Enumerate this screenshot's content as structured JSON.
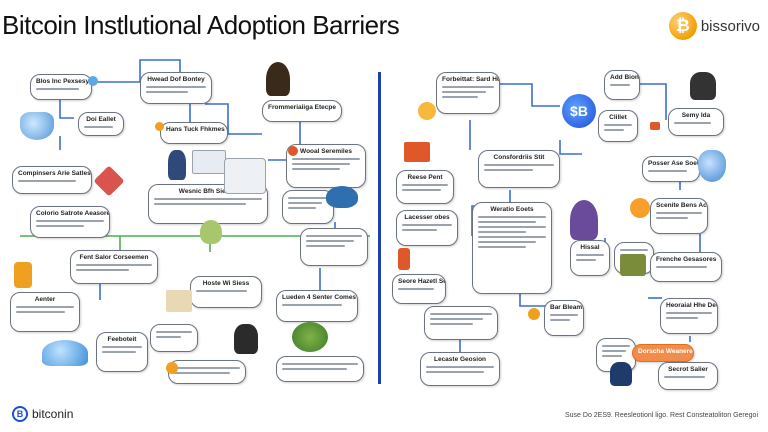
{
  "header": {
    "title": "Bitcoin Instlutional Adoption Barriers",
    "brand_glyph": "₿",
    "brand_name": "bissorivo"
  },
  "nodes": {
    "n1": "Blos Inc Pexsesy",
    "n2": "Hwead Dof Bontey",
    "n3": "Doi Eallet",
    "n4": "Hans Tuck Fhkmes",
    "n5": "Frommeriaiiga Etecpe",
    "n6": "Compinsers Arie Satles",
    "n7": "Colorio Satrote Aeasore",
    "n8": "Wooal Seremiles",
    "n9": "Wesnic Bfh Sienits",
    "n10": "Fent Salor Corseemen",
    "n11": "Hoste Wi Siess",
    "n12": "Aenter",
    "n13": "Lueden 4 Senter Comes",
    "n14": "Feeboteit",
    "n15": "Forbeittat: Sard Hums",
    "n16": "Add Bion",
    "n17": "Semy Ida",
    "n18": "Consfordriis Stit",
    "n19": "Clillet",
    "n20": "Reese Pent",
    "n21": "Posser Ase Soetlee",
    "n22": "Lacesser obes",
    "n23": "Weratio Eoets",
    "n24": "Scenite Bens Ace",
    "n25": "Hissal",
    "n26": "Frenche Gesasores",
    "n27": "Seore Hazetl Secet",
    "n28": "Bar Bleams",
    "n29": "Heoraial Hhe Deos",
    "n30": "Lecaste Geosion",
    "n31": "Dorscha Weanere",
    "n32": "Secrot Salier"
  },
  "center_icon_label": "$B",
  "footer": {
    "brand_glyph": "B",
    "brand_name": "bitconin",
    "note": "Suse Do 2ES9.  Reesleotionl ligo.  Rest Consteatoliton Geregoi"
  },
  "colors": {
    "flow_blue": "#3b6fd1",
    "flow_green": "#4caf50",
    "divider": "#1e40af",
    "coin": "#f2a007"
  }
}
